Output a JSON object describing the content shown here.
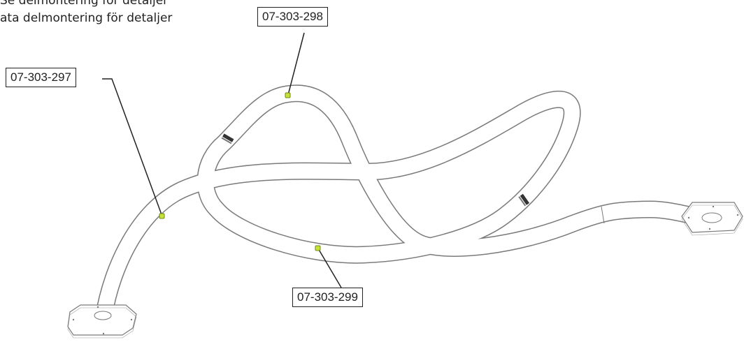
{
  "notes": {
    "line1": "Se delmontering för detaljer",
    "line2": "ata delmontering för detaljer"
  },
  "callouts": [
    {
      "id": "297",
      "label": "07-303-297"
    },
    {
      "id": "298",
      "label": "07-303-298"
    },
    {
      "id": "299",
      "label": "07-303-299"
    }
  ],
  "colors": {
    "tube_outline": "#7a7a7a",
    "leader": "#222222",
    "marker_fill": "#c8e03a",
    "marker_stroke": "#6b8a12",
    "clamp": "#333333"
  }
}
